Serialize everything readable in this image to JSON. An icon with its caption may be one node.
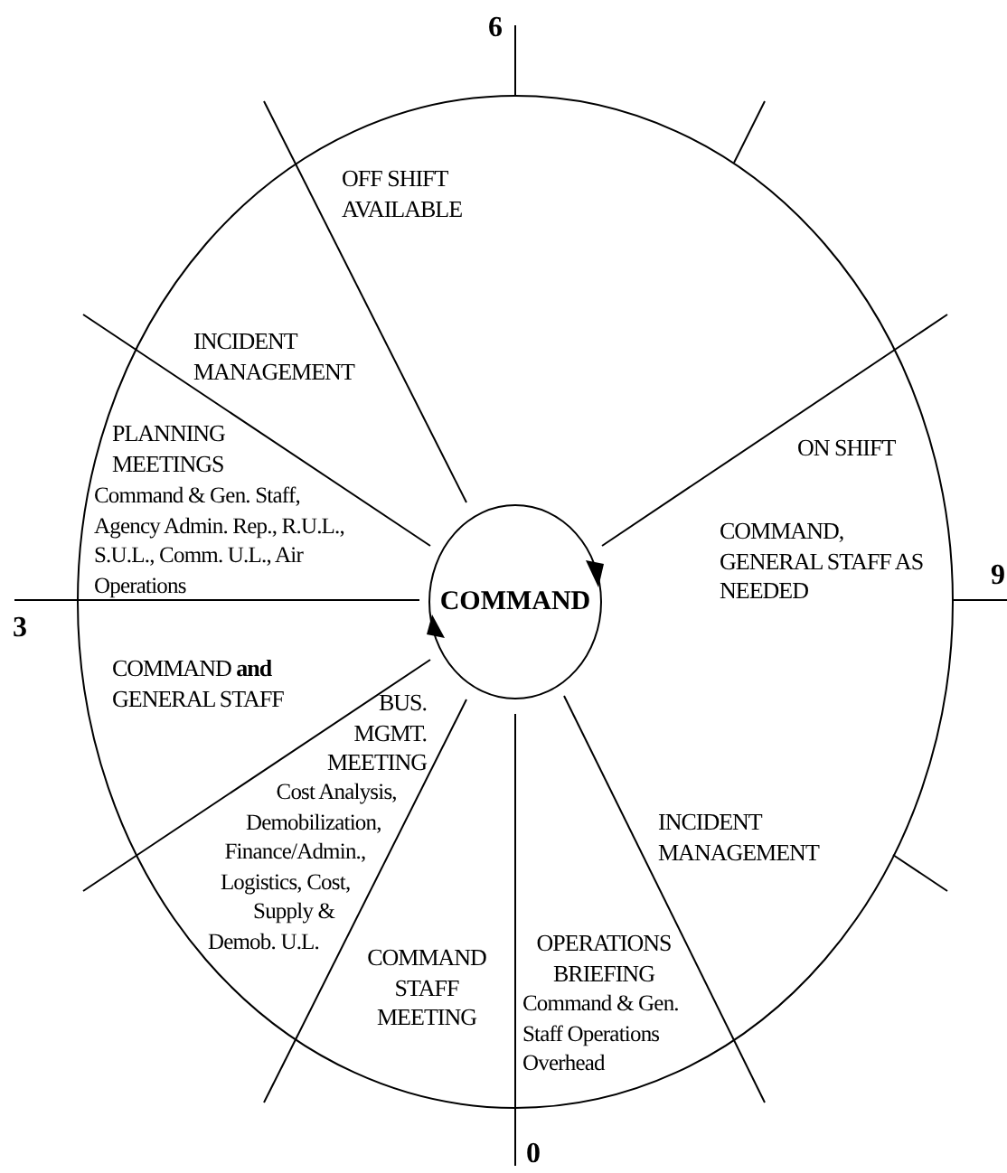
{
  "diagram": {
    "nodes": [
      {
        "text": [
          "COMMAND"
        ]
      }
    ],
    "labels": [
      "6",
      "OFF SHIFT AVAILABLE",
      "INCIDENT MANAGEMENT",
      "PLANNING MEETINGS",
      "Command & Gen. Staff, Agency Admin. Rep., R.U.L., S.U.L., Comm. U.L., Air Operations",
      "ON SHIFT",
      "COMMAND, GENERAL STAFF AS NEEDED",
      "9",
      "3",
      "COMMAND **and** GENERAL STAFF",
      "BUS. MGMT. MEETING",
      "Cost Analysis, Demobilization, Finance/Admin., Logistics, Cost, Supply & Demob. U.L.",
      "INCIDENT MANAGEMENT",
      "COMMAND STAFF MEETING",
      "OPERATIONS BRIEFING",
      "Command & Gen. Staff Operations Overhead",
      "0"
    ]
  }
}
